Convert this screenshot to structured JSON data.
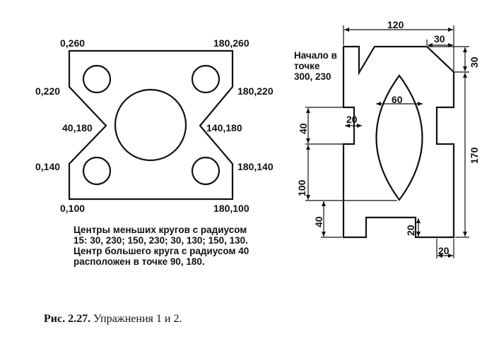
{
  "figure1": {
    "corner_labels": [
      "0,260",
      "180,260",
      "0,220",
      "180,220",
      "40,180",
      "140,180",
      "0,140",
      "180,140",
      "0,100",
      "180,100"
    ],
    "note_line1": "Центры меньших кругов с радиусом 15: 30, 230; 150, 230; 30, 130; 150, 130.",
    "note_line2": "Центр большего круга с радиусом 40 расположен в точке 90, 180."
  },
  "figure2": {
    "start_label": [
      "Начало в",
      "точке",
      "300, 230"
    ],
    "dimensions": [
      "120",
      "30",
      "30",
      "60",
      "20",
      "40",
      "170",
      "100",
      "40",
      "20",
      "20"
    ]
  },
  "caption": {
    "number": "Рис. 2.27.",
    "text": "Упражнения 1 и 2."
  }
}
